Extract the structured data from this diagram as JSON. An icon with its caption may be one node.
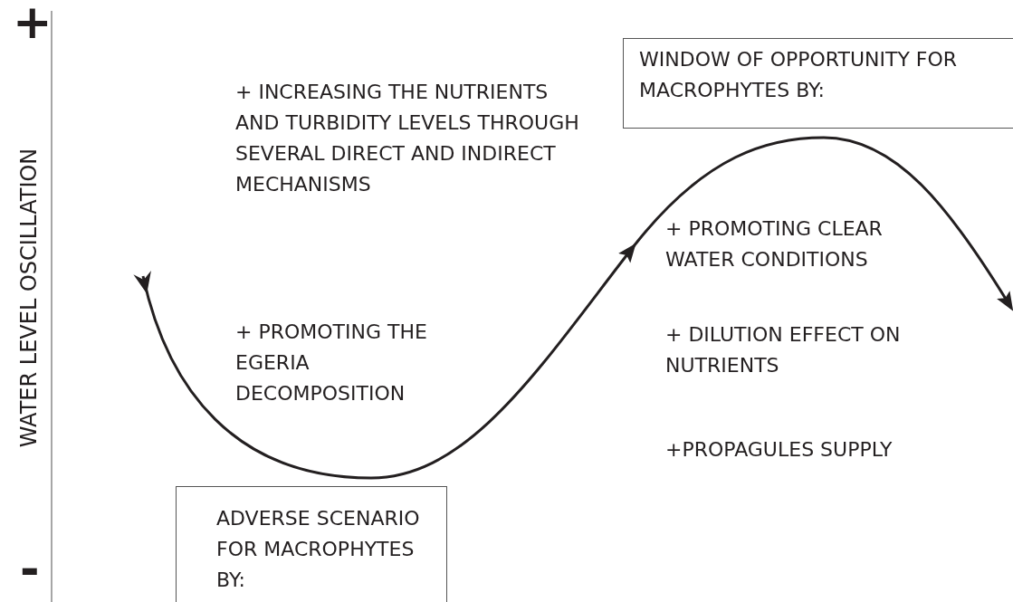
{
  "diagram": {
    "nodes": [
      {
        "text": [
          "WINDOW OF OPPORTUNITY FOR MACROPHYTES BY:"
        ]
      },
      {
        "text": [
          "ADVERSE SCENARIO FOR MACROPHYTES BY:"
        ]
      }
    ],
    "labels": [
      "+",
      "WATER LEVEL OSCILLATION",
      "+ INCREASING THE NUTRIENTS AND TURBIDITY LEVELS THROUGH SEVERAL DIRECT AND INDIRECT MECHANISMS",
      "+ PROMOTING CLEAR WATER CONDITIONS",
      "+ PROMOTING THE EGERIA DECOMPOSITION",
      "+ DILUTION EFFECT ON NUTRIENTS",
      "+PROPAGULES SUPPLY",
      "-"
    ]
  }
}
